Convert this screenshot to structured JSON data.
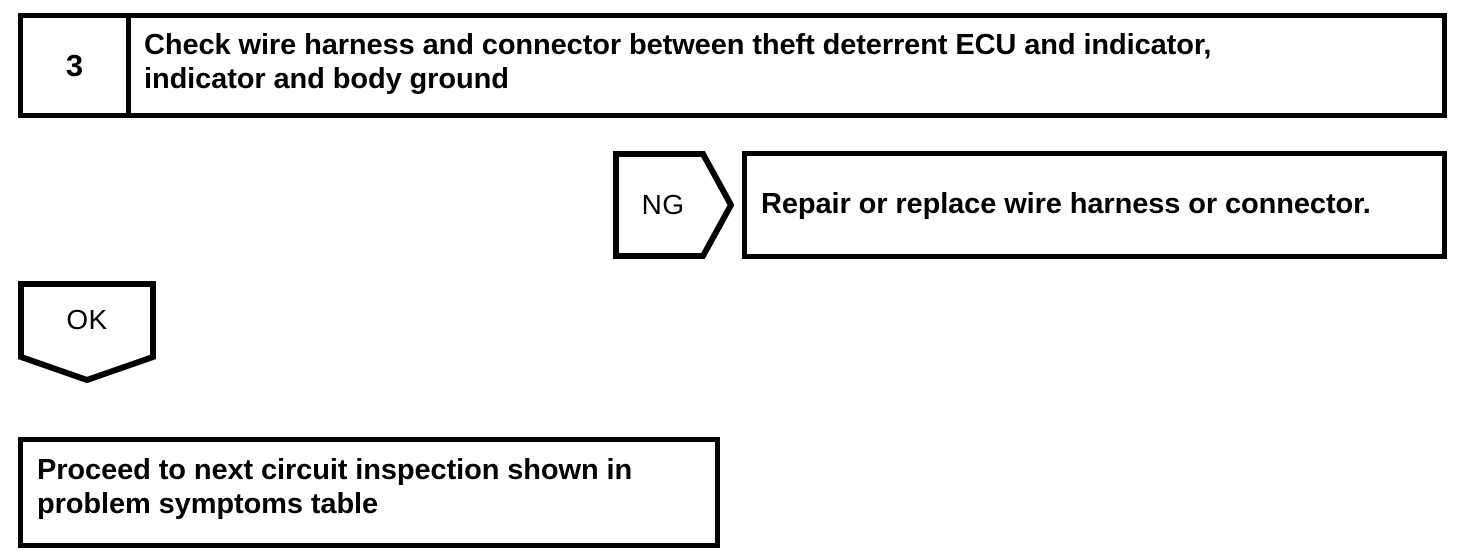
{
  "step": {
    "number": "3",
    "title": "Check wire harness and connector between theft deterrent ECU and indicator,\nindicator and body ground"
  },
  "branches": {
    "ng": {
      "label": "NG",
      "result": "Repair or replace wire harness or connector."
    },
    "ok": {
      "label": "OK",
      "result": "Proceed to next circuit inspection shown in\nproblem symptoms table"
    }
  },
  "style": {
    "stroke_color": "#000000",
    "background_color": "#ffffff"
  }
}
